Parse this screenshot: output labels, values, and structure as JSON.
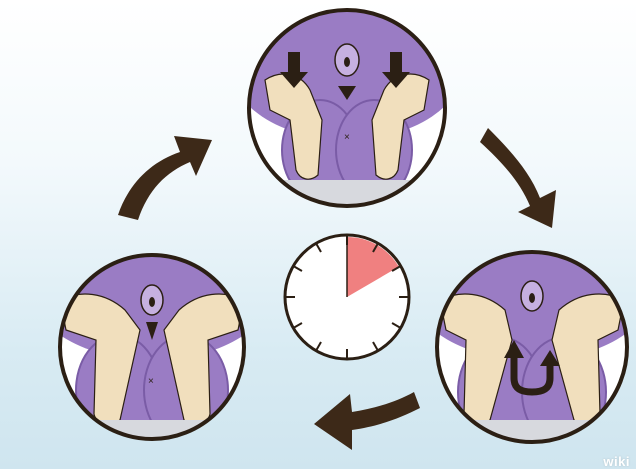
{
  "illustration": {
    "panels": [
      {
        "name": "top",
        "arrow_icon": "arrow-down-icon"
      },
      {
        "name": "right",
        "arrow_icon": "u-turn-arrow-icon"
      },
      {
        "name": "left",
        "arrow_icon": "none"
      }
    ],
    "cycle_arrows": [
      "curved-arrow-up-right-icon",
      "curved-arrow-down-right-icon",
      "arrow-left-icon"
    ],
    "timer": {
      "highlighted_fraction": 0.166,
      "highlight_color": "#f08080"
    },
    "colors": {
      "skin": "#f1dfbd",
      "purple": "#9a7cc4",
      "purple_dark": "#7a5ca6",
      "outline": "#2b1f14",
      "arrow": "#3d2918"
    }
  },
  "watermark": {
    "text": "wiki"
  }
}
